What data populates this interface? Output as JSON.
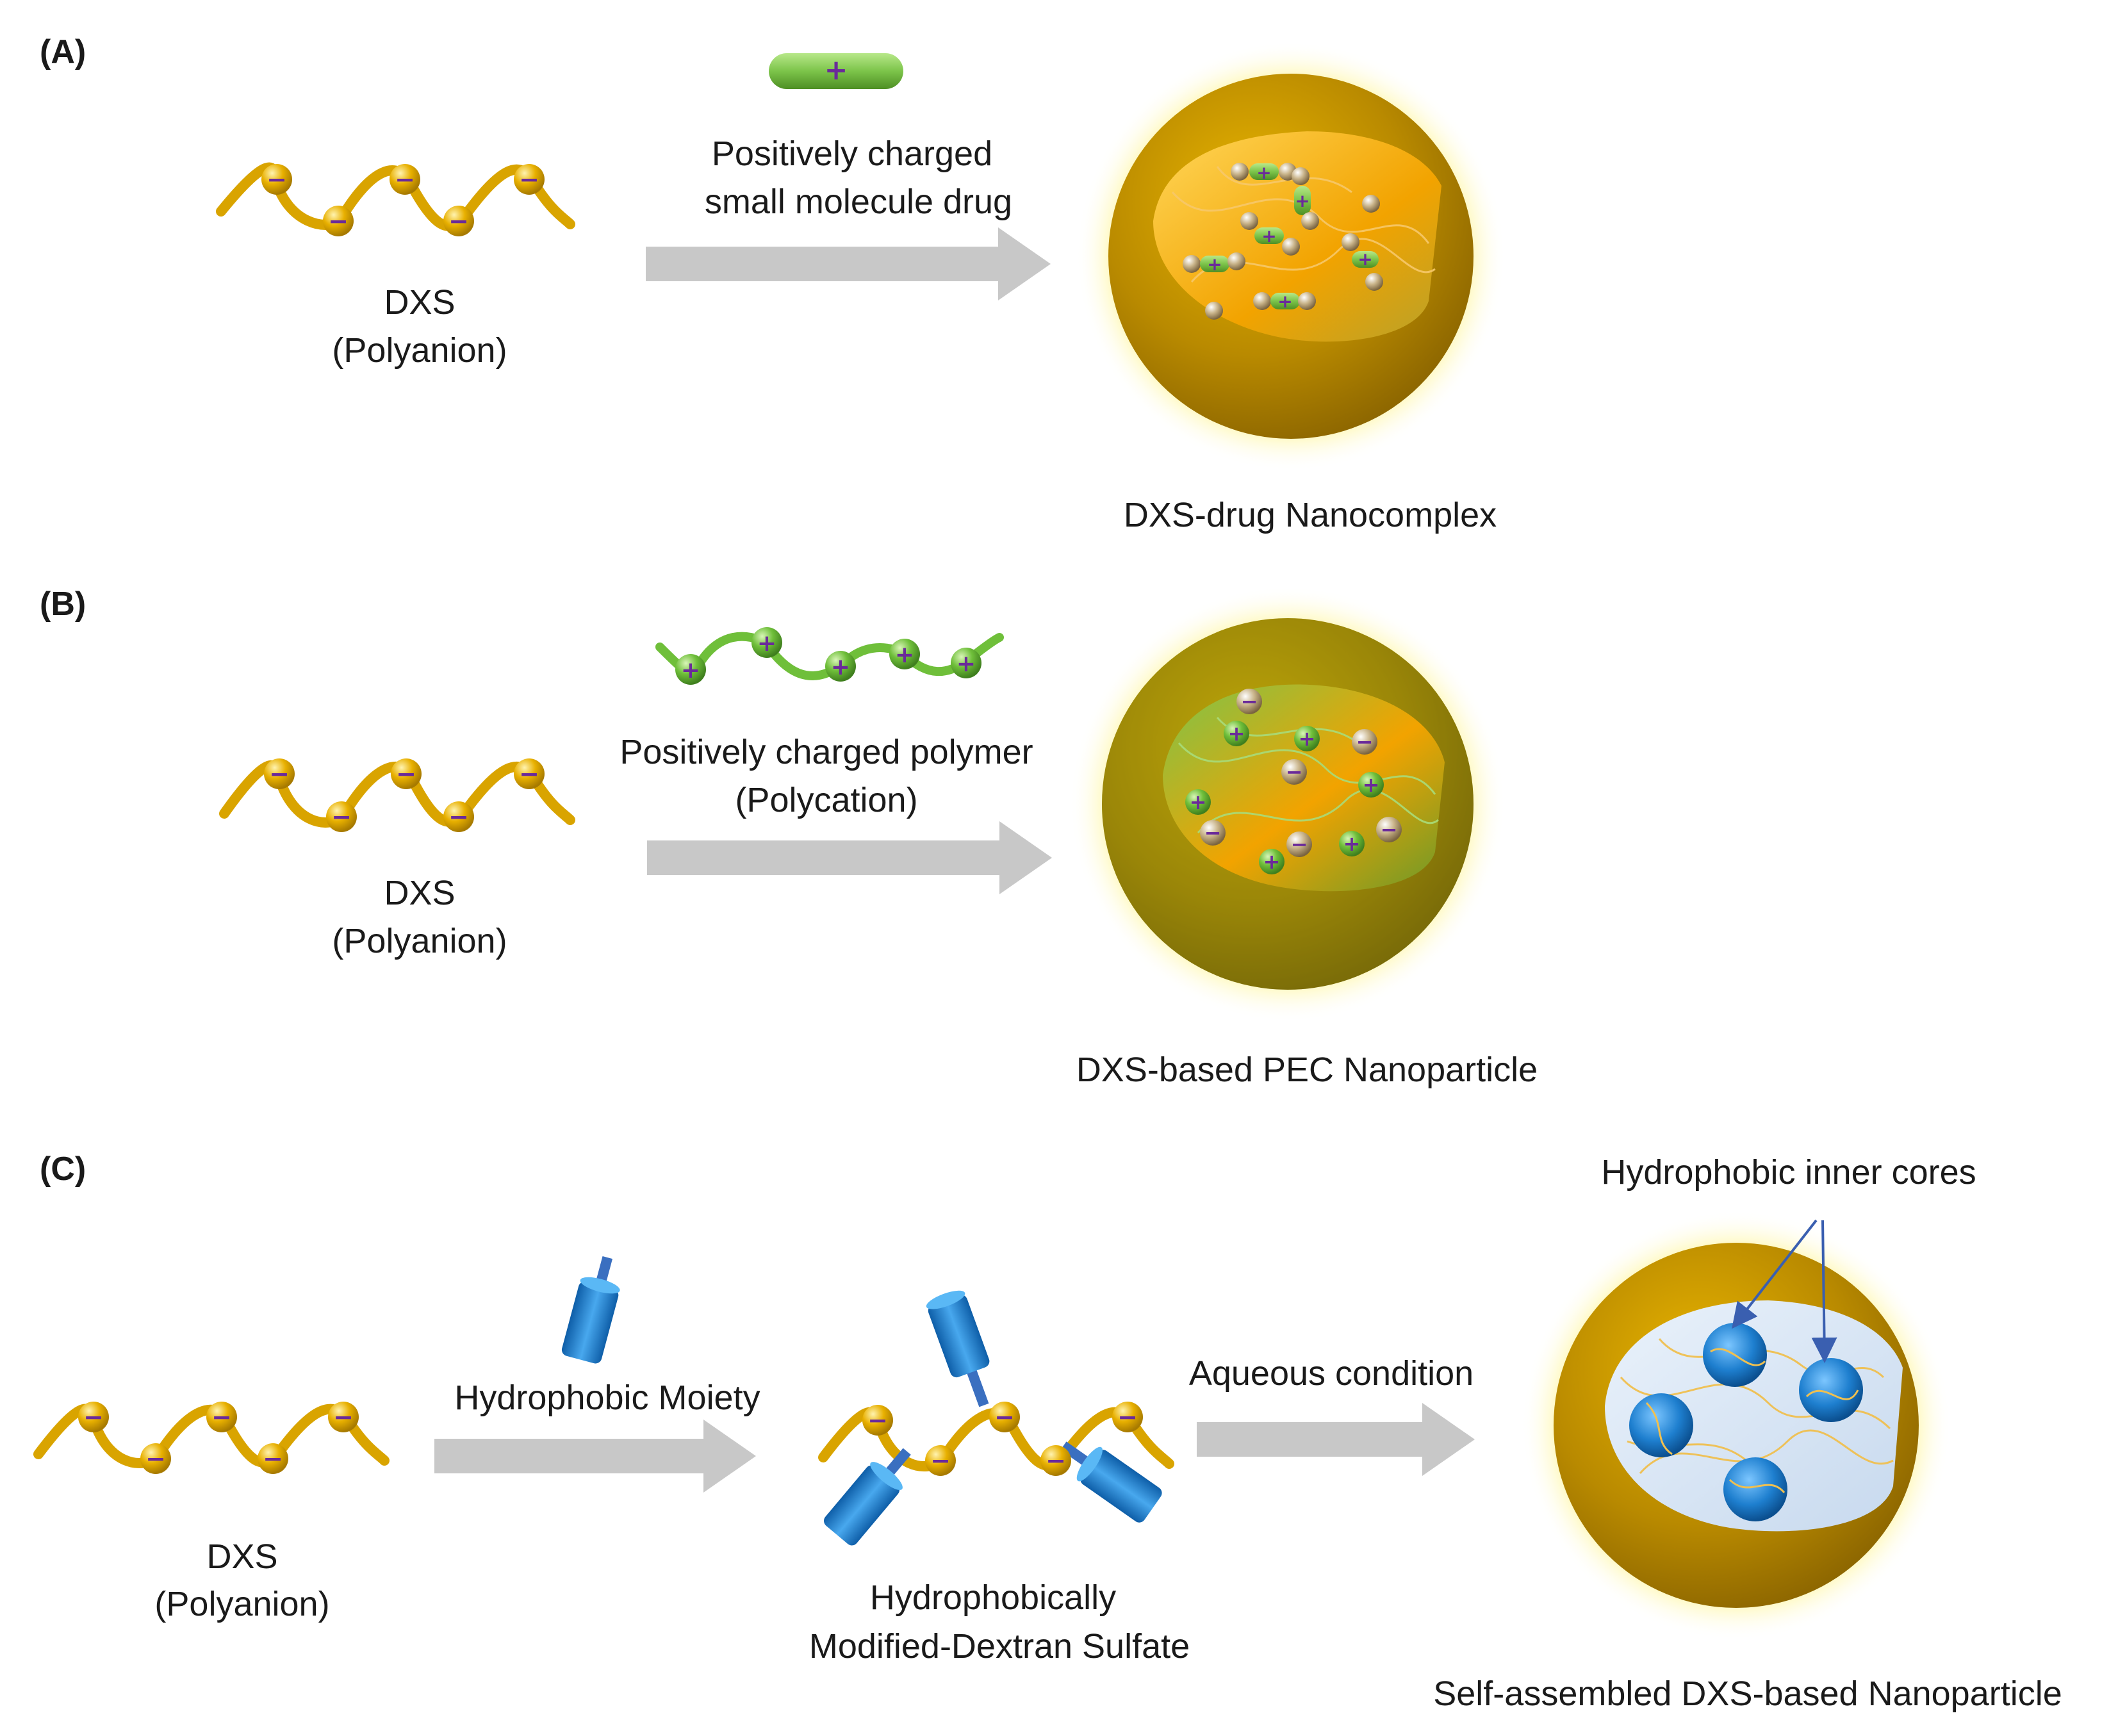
{
  "panels": {
    "a": {
      "panel_label": "(A)",
      "dxs_label": "DXS",
      "dxs_sublabel": "(Polyanion)",
      "reagent_line1": "Positively charged",
      "reagent_line2": "small molecule drug",
      "product_label": "DXS-drug Nanocomplex"
    },
    "b": {
      "panel_label": "(B)",
      "dxs_label": "DXS",
      "dxs_sublabel": "(Polyanion)",
      "reagent_line1": "Positively charged polymer",
      "reagent_line2": "(Polycation)",
      "product_label": "DXS-based PEC Nanoparticle"
    },
    "c": {
      "panel_label": "(C)",
      "dxs_label": "DXS",
      "dxs_sublabel": "(Polyanion)",
      "reagent_label": "Hydrophobic Moiety",
      "intermediate_line1": "Hydrophobically",
      "intermediate_line2": "Modified-Dextran Sulfate",
      "condition_label": "Aqueous condition",
      "callout_label": "Hydrophobic inner cores",
      "product_label": "Self-assembled DXS-based Nanoparticle"
    }
  },
  "symbols": {
    "negative": "−",
    "positive": "+"
  },
  "colors": {
    "dxs_chain": "#d9a400",
    "cation_green": "#6fbf3a",
    "charge_purple": "#6a2a9a",
    "arrow_gray": "#c8c8c8",
    "shell_gold": "#c89800",
    "core_orange": "#f2a300",
    "core_green": "#5a9a2a",
    "core_pale_blue": "#d6e4f2",
    "moiety_blue": "#1e7fcf",
    "glow_yellow": "#fff6a0"
  }
}
